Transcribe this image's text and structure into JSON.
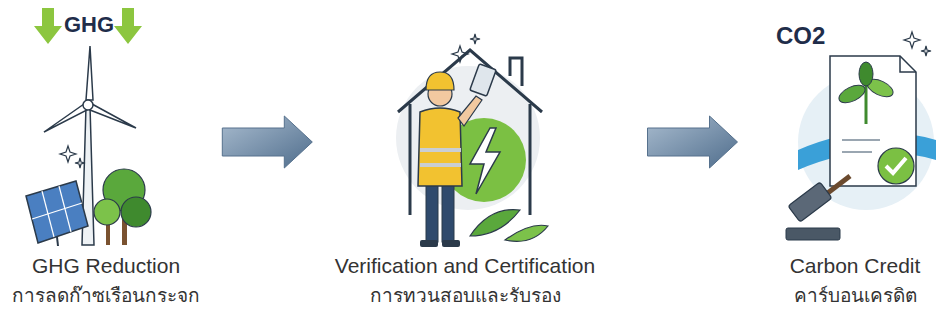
{
  "diagram": {
    "nodes": [
      {
        "text": [
          "GHG Reduction",
          "การลดก๊าซเรือนกระจก"
        ]
      },
      {
        "text": [
          "Verification and Certification",
          "การทวนสอบและรับรอง"
        ]
      },
      {
        "text": [
          "Carbon Credit",
          "คาร์บอนเครดิต"
        ]
      }
    ],
    "edges": [
      {
        "from": 0,
        "to": 1,
        "arrow": "to"
      },
      {
        "from": 1,
        "to": 2,
        "arrow": "to"
      }
    ],
    "labels": [
      "GHG",
      "CO2"
    ]
  }
}
